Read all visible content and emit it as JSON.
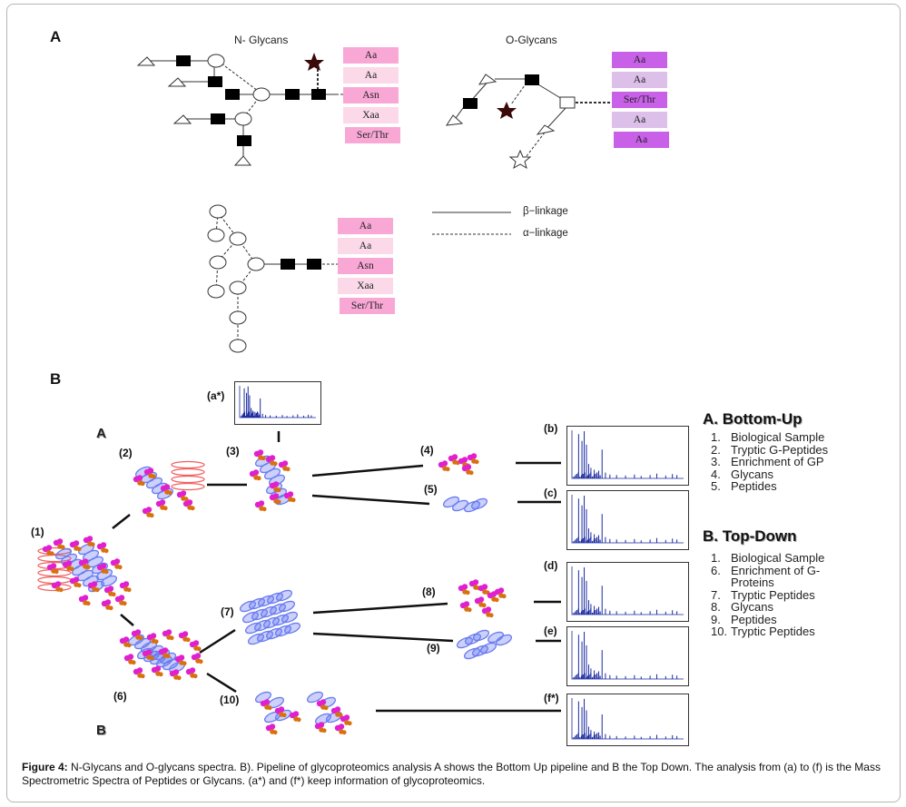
{
  "figure": {
    "panel_a_label": "A",
    "panel_b_label": "B",
    "n_glycans": {
      "title": "N- Glycans",
      "sequence": [
        {
          "label": "Aa",
          "shade": "dark"
        },
        {
          "label": "Aa",
          "shade": "light"
        },
        {
          "label": "Asn",
          "shade": "dark"
        },
        {
          "label": "Xaa",
          "shade": "light"
        },
        {
          "label": "Ser/Thr",
          "shade": "dark"
        }
      ]
    },
    "o_glycans": {
      "title": "O-Glycans",
      "sequence": [
        {
          "label": "Aa",
          "shade": "dark"
        },
        {
          "label": "Aa",
          "shade": "light"
        },
        {
          "label": "Ser/Thr",
          "shade": "dark"
        },
        {
          "label": "Aa",
          "shade": "light"
        },
        {
          "label": "Aa",
          "shade": "dark"
        }
      ]
    },
    "n_glycan_mannose": {
      "sequence": [
        {
          "label": "Aa",
          "shade": "dark"
        },
        {
          "label": "Aa",
          "shade": "light"
        },
        {
          "label": "Asn",
          "shade": "dark"
        },
        {
          "label": "Xaa",
          "shade": "light"
        },
        {
          "label": "Ser/Thr",
          "shade": "dark"
        }
      ]
    },
    "linkage_legend": {
      "beta": "β−linkage",
      "alpha": "α−linkage"
    },
    "pipeline": {
      "route_a_label": "A",
      "route_b_label": "B",
      "step_labels": {
        "s1": "(1)",
        "s2": "(2)",
        "s3": "(3)",
        "s4": "(4)",
        "s5": "(5)",
        "s6": "(6)",
        "s7": "(7)",
        "s8": "(8)",
        "s9": "(9)",
        "s10": "(10)"
      },
      "spectra_labels": {
        "a_star": "(a*)",
        "b": "(b)",
        "c": "(c)",
        "d": "(d)",
        "e": "(e)",
        "f_star": "(f*)"
      }
    },
    "bottom_up": {
      "title": "A. Bottom-Up",
      "items": [
        {
          "n": "1.",
          "text": "Biological Sample"
        },
        {
          "n": "2.",
          "text": "Tryptic G-Peptides"
        },
        {
          "n": "3.",
          "text": "Enrichment of GP"
        },
        {
          "n": "4.",
          "text": "Glycans"
        },
        {
          "n": "5.",
          "text": "Peptides"
        }
      ]
    },
    "top_down": {
      "title": "B. Top-Down",
      "items": [
        {
          "n": "1.",
          "text": "Biological Sample"
        },
        {
          "n": "6.",
          "text": "Enrichment of G-"
        },
        {
          "n": "",
          "text": "Proteins"
        },
        {
          "n": "7.",
          "text": "Tryptic Peptides"
        },
        {
          "n": "8.",
          "text": "Glycans"
        },
        {
          "n": "9.",
          "text": "Peptides"
        },
        {
          "n": "10.",
          "text": "Tryptic Peptides"
        }
      ]
    },
    "caption": {
      "prefix": "Figure 4:",
      "text": " N-Glycans and O-glycans spectra. B). Pipeline of glycoproteomics analysis A shows the Bottom Up pipeline and B the Top Down. The analysis from (a) to (f) is the Mass Spectrometric Spectra of Peptides or Glycans. (a*) and (f*) keep information of glycoproteomics."
    },
    "colors": {
      "pink_dark": "#f9a8d6",
      "pink_light": "#fbd9e8",
      "purple_dark": "#c860e8",
      "purple_light": "#dcc0ea",
      "star": "#3a0a0a",
      "protein_blue": "#6a7cf0",
      "glycan_magenta": "#e020d0",
      "glycan_orange": "#d87010",
      "protein_red": "#f06060",
      "spectrum_blue": "#1a2aa0"
    }
  }
}
